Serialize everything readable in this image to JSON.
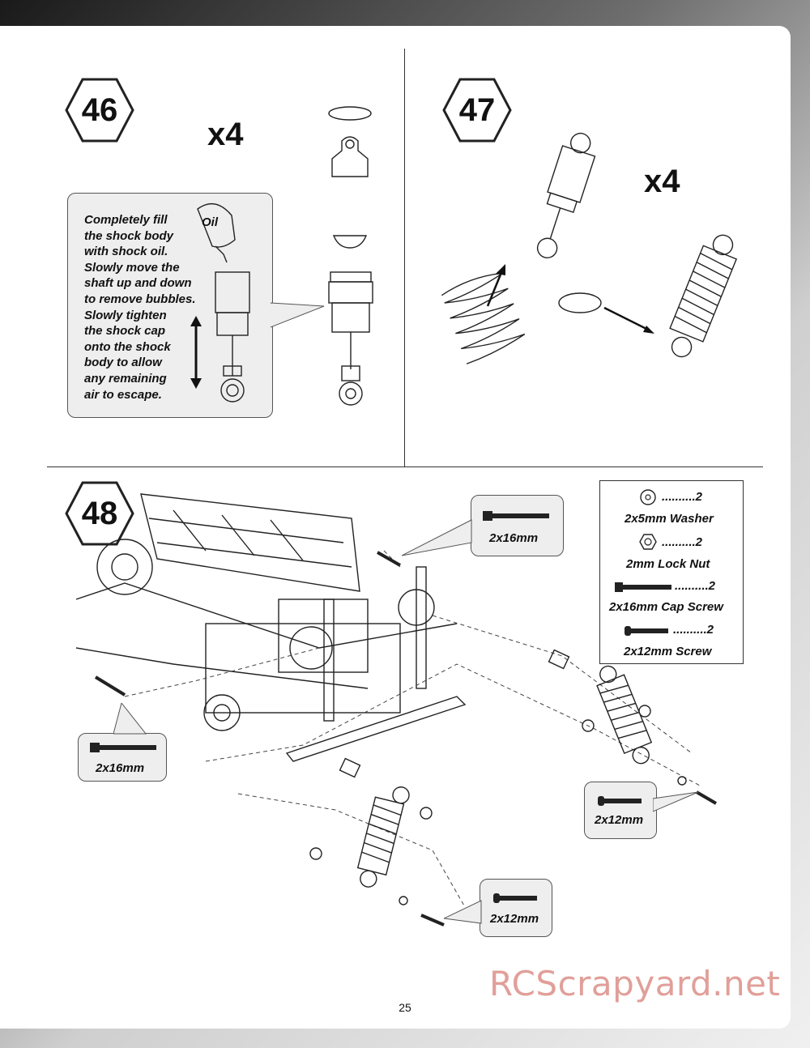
{
  "page_number": "25",
  "watermark": "RCScrapyard.net",
  "step46": {
    "number": "46",
    "quantity": "x4",
    "oil_label": "Oil",
    "instruction_lines": [
      "Completely fill",
      "the shock body",
      "with shock oil.",
      "Slowly move the",
      "shaft up and down",
      "to remove bubbles.",
      "Slowly tighten",
      "the shock cap",
      "onto the shock",
      "body to allow",
      "any remaining",
      "air to escape."
    ]
  },
  "step47": {
    "number": "47",
    "quantity": "x4"
  },
  "step48": {
    "number": "48",
    "callouts": {
      "top": "2x16mm",
      "left": "2x16mm",
      "right": "2x12mm",
      "bottom": "2x12mm"
    },
    "parts": [
      {
        "qty": "..........2",
        "name": "2x5mm Washer"
      },
      {
        "qty": "..........2",
        "name": "2mm Lock Nut"
      },
      {
        "qty": "..........2",
        "name": "2x16mm Cap Screw"
      },
      {
        "qty": "..........2",
        "name": "2x12mm Screw"
      }
    ]
  }
}
